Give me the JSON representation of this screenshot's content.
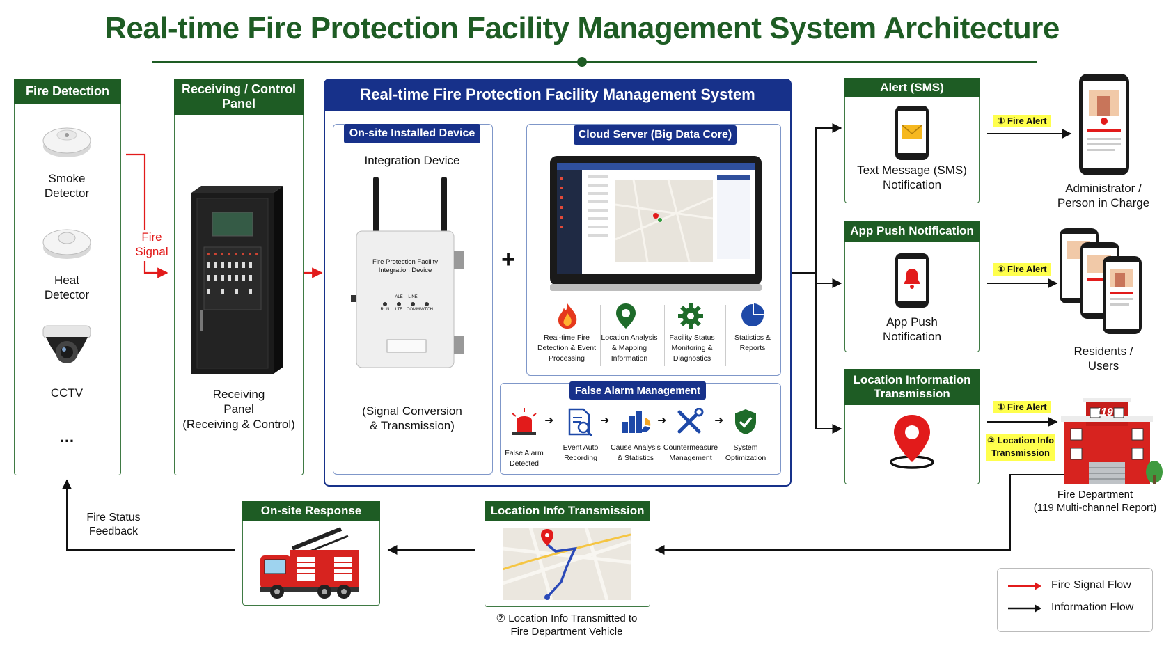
{
  "title": "Real-time Fire Protection Facility Management System Architecture",
  "fire_detection": {
    "header": "Fire Detection",
    "items": [
      "Smoke\nDetector",
      "Heat\nDetector",
      "CCTV",
      "…"
    ]
  },
  "fire_signal_label": "Fire\nSignal",
  "receiving_panel": {
    "header": "Receiving / Control\nPanel",
    "label": "Receiving\nPanel\n(Receiving & Control)"
  },
  "system": {
    "header": "Real-time Fire Protection Facility Management System",
    "onsite": {
      "header": "On-site Installed Device",
      "title": "Integration Device",
      "device_text": "Fire Protection Facility\nIntegration Device",
      "led_labels": [
        "RUN",
        "LTE",
        "COMM",
        "WTCH"
      ],
      "led_top_labels": [
        "",
        "ALE",
        "LINE",
        ""
      ],
      "caption": "(Signal Conversion\n& Transmission)"
    },
    "plus": "+",
    "cloud": {
      "header": "Cloud Server (Big Data Core)",
      "features": [
        {
          "icon": "flame-icon",
          "label": "Real-time Fire\nDetection & Event\nProcessing"
        },
        {
          "icon": "map-pin-icon",
          "label": "Location Analysis\n& Mapping\nInformation"
        },
        {
          "icon": "gear-icon",
          "label": "Facility Status\nMonitoring &\nDiagnostics"
        },
        {
          "icon": "pie-chart-icon",
          "label": "Statistics &\nReports"
        }
      ]
    },
    "false_alarm": {
      "header": "False Alarm Management",
      "steps": [
        {
          "icon": "siren-icon",
          "label": "False Alarm\nDetected"
        },
        {
          "icon": "document-search-icon",
          "label": "Event Auto\nRecording"
        },
        {
          "icon": "bar-chart-icon",
          "label": "Cause Analysis\n& Statistics"
        },
        {
          "icon": "tools-icon",
          "label": "Countermeasure\nManagement"
        },
        {
          "icon": "shield-check-icon",
          "label": "System\nOptimization"
        }
      ]
    }
  },
  "alerts": [
    {
      "header": "Alert (SMS)",
      "label": "Text Message (SMS)\nNotification",
      "icon": "sms-phone-icon"
    },
    {
      "header": "App Push Notification",
      "label": "App Push\nNotification",
      "icon": "push-phone-icon"
    },
    {
      "header": "Location Information\nTransmission",
      "label": "",
      "icon": "location-pin-icon"
    }
  ],
  "fire_alert_tags": [
    "① Fire Alert",
    "① Fire Alert",
    "① Fire Alert"
  ],
  "location_info_tag": "② Location Info\nTransmission",
  "recipients": {
    "admin": "Administrator /\nPerson in Charge",
    "residents": "Residents /\nUsers",
    "fire_dept": "Fire Department\n(119 Multi-channel Report)",
    "station_sign": "119"
  },
  "bottom": {
    "feedback": "Fire Status\nFeedback",
    "onsite_response": "On-site Response",
    "location_transmission": "Location Info Transmission",
    "location_caption": "② Location Info Transmitted to\nFire Department Vehicle"
  },
  "legend": {
    "fire_signal": "Fire Signal Flow",
    "information": "Information Flow"
  },
  "colors": {
    "green": "#1e5c24",
    "navy": "#17318a",
    "red": "#e21b1b",
    "highlight": "#ffff4d"
  }
}
